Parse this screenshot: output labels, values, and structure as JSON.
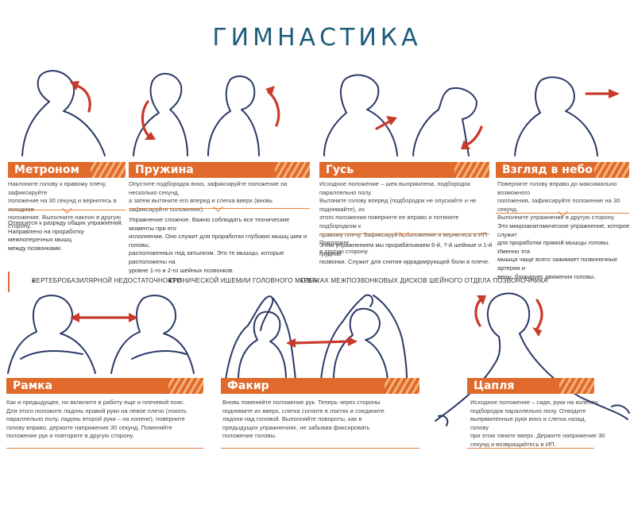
{
  "title": "ГИМНАСТИКА",
  "colors": {
    "accent": "#e06a2c",
    "arrow": "#c83a2a",
    "outline": "#2b3a67",
    "title": "#1f5c7a"
  },
  "exercises": [
    {
      "name": "Метроном",
      "desc": [
        "Наклоните голову к правому плечу, зафиксируйте",
        "положение на 30 секунд и вернитесь в исходное",
        "положение. Выполните наклон в другую сторону."
      ],
      "note": [
        "Относится к разряду общих упражнений.",
        "Направлено на проработку межпоперечных мышц",
        "между позвонками."
      ]
    },
    {
      "name": "Пружина",
      "desc": [
        "Опустите подбородок вниз, зафиксируйте положение на несколько секунд,",
        "а затем вытяните его вперед и слегка вверх (вновь зафиксируйте положение)."
      ],
      "note": [
        "Упражнение сложное. Важно соблюдать все технические моменты при его",
        "исполнении. Оно служит для проработки глубоких мышц шеи и головы,",
        "расположенных под затылком. Это те мышцы, которые расположены на",
        "уровне 1-го и 2-го шейных позвонков."
      ]
    },
    {
      "name": "Гусь",
      "desc": [
        "Исходное положение – шея выпрямлена, подбородок параллельно полу.",
        "Вытяните голову вперед (подбородок не опускайте и не поднимайте), из",
        "этого положения поверните ее вправо и потяните подбородком к",
        "правому плечу. Зафиксируйте положение и вернитесь в ИП. Повторите",
        "в другую сторону."
      ],
      "note": [
        "Этим упражнением мы прорабатываем 6-й, 7-й шейные и 1-й грудной",
        "позвонки. Служит для снятия иррадиирующей боли в плече."
      ]
    },
    {
      "name": "Взгляд в небо",
      "desc": [
        "Поверните голову вправо до максимально возможного",
        "положения, зафиксируйте положение на 30 секунд.",
        "Выполните упражнение в другую сторону."
      ],
      "note": [
        "Это микроанатомическое упражнение, которое служит",
        "для проработки прямой мышцы головы. Именно эта",
        "мышца чаще всего зажимает позвоночные артерии и",
        "вены, блокирует движения головы."
      ]
    },
    {
      "name": "Рамка",
      "desc": [
        "Как и предыдущее, но включите в работу еще и плечевой пояс.",
        "Для этого положите ладонь правой руки на левое плечо (локоть",
        "параллельно полу, ладонь второй руки – на колене), поверните",
        "голову вправо, держите напряжение 30 секунд. Поменяйте",
        "положение рук и повторите в другую сторону."
      ]
    },
    {
      "name": "Факир",
      "desc": [
        "Вновь поменяйте положение рук. Теперь через стороны",
        "поднимите их вверх, слегка согните в локтях и соедините",
        "ладони над головой. Выполняйте повороты, как в",
        "предыдущих упражнениях, не забывая фиксировать",
        "положение головы."
      ]
    },
    {
      "name": "Цапля",
      "desc": [
        "Исходное положение – сидя, руки на коленях,",
        "подбородок параллельно полу. Отводите",
        "выпрямленные руки вниз и слегка назад, голову",
        "при этом тяните вверх. Держите напряжение 30",
        "секунд и возвращайтесь в ИП."
      ]
    }
  ],
  "legend": [
    "ВЕРТЕБРОБАЗИЛЯРНОЙ НЕДОСТАТОЧНОСТИ",
    "ХРОНИЧЕСКОЙ ИШЕМИИ ГОЛОВНОГО МОЗГА",
    "ГРЫЖАХ МЕЖПОЗВОНКОВЫХ ДИСКОВ ШЕЙНОГО ОТДЕЛА ПОЗВОНОЧНИКА"
  ]
}
